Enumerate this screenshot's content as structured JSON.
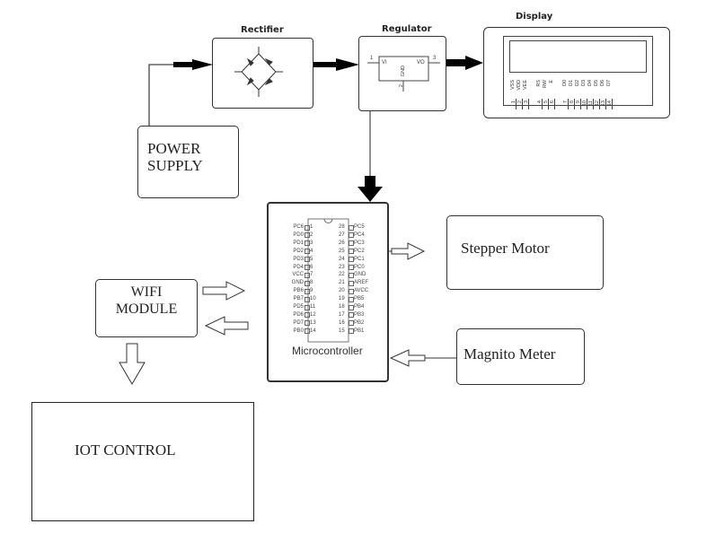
{
  "blocks": {
    "rectifier": {
      "title": "Rectifier"
    },
    "regulator": {
      "title": "Regulator",
      "pin_vi": "VI",
      "pin_vo": "VO",
      "pin_gnd": "GND",
      "pin1": "1",
      "pin2": "2",
      "pin3": "3"
    },
    "display": {
      "title": "Display",
      "pins": [
        "VSS",
        "VDD",
        "VEE",
        "RS",
        "RW",
        "E",
        "D0",
        "D1",
        "D2",
        "D3",
        "D4",
        "D5",
        "D6",
        "D7"
      ],
      "pin_numbers": [
        "1",
        "2",
        "3",
        "4",
        "5",
        "6",
        "7",
        "8",
        "9",
        "10",
        "11",
        "12",
        "13",
        "14"
      ]
    },
    "power_supply": {
      "line1": "POWER",
      "line2": "SUPPLY"
    },
    "microcontroller": {
      "label": "Microcontroller",
      "left_pins": [
        {
          "num": "1",
          "name": "PC6"
        },
        {
          "num": "2",
          "name": "PD0"
        },
        {
          "num": "3",
          "name": "PD1"
        },
        {
          "num": "4",
          "name": "PD2"
        },
        {
          "num": "5",
          "name": "PD3"
        },
        {
          "num": "6",
          "name": "PD4"
        },
        {
          "num": "7",
          "name": "VCC"
        },
        {
          "num": "8",
          "name": "GND"
        },
        {
          "num": "9",
          "name": "PB6"
        },
        {
          "num": "10",
          "name": "PB7"
        },
        {
          "num": "11",
          "name": "PD5"
        },
        {
          "num": "12",
          "name": "PD6"
        },
        {
          "num": "13",
          "name": "PD7"
        },
        {
          "num": "14",
          "name": "PB0"
        }
      ],
      "right_pins": [
        {
          "num": "28",
          "name": "PC5"
        },
        {
          "num": "27",
          "name": "PC4"
        },
        {
          "num": "26",
          "name": "PC3"
        },
        {
          "num": "25",
          "name": "PC2"
        },
        {
          "num": "24",
          "name": "PC1"
        },
        {
          "num": "23",
          "name": "PC0"
        },
        {
          "num": "22",
          "name": "GND"
        },
        {
          "num": "21",
          "name": "AREF"
        },
        {
          "num": "20",
          "name": "AVCC"
        },
        {
          "num": "19",
          "name": "PB5"
        },
        {
          "num": "18",
          "name": "PB4"
        },
        {
          "num": "17",
          "name": "PB3"
        },
        {
          "num": "16",
          "name": "PB2"
        },
        {
          "num": "15",
          "name": "PB1"
        }
      ]
    },
    "stepper_motor": {
      "label": "Stepper Motor"
    },
    "wifi_module": {
      "line1": "WIFI",
      "line2": "MODULE"
    },
    "magnito_meter": {
      "label": "Magnito Meter"
    },
    "iot_control": {
      "label": "IOT CONTROL"
    }
  }
}
